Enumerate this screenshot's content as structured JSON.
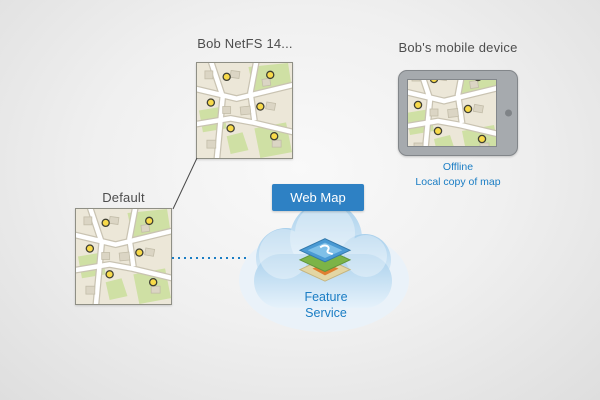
{
  "diagram": {
    "maps": {
      "bob": {
        "label": "Bob NetFS 14..."
      },
      "default": {
        "label": "Default"
      }
    },
    "mobile": {
      "label": "Bob's mobile device",
      "status_line1": "Offline",
      "status_line2": "Local copy of map"
    },
    "cloud": {
      "banner": "Web Map",
      "service": "Feature Service"
    },
    "colors": {
      "accent_blue": "#1a7dc4",
      "banner_blue": "#2e81c4",
      "cloud_blue": "#bcd9ee",
      "map_poi_yellow": "#f8da4a",
      "map_green": "#cfe0a4"
    }
  }
}
